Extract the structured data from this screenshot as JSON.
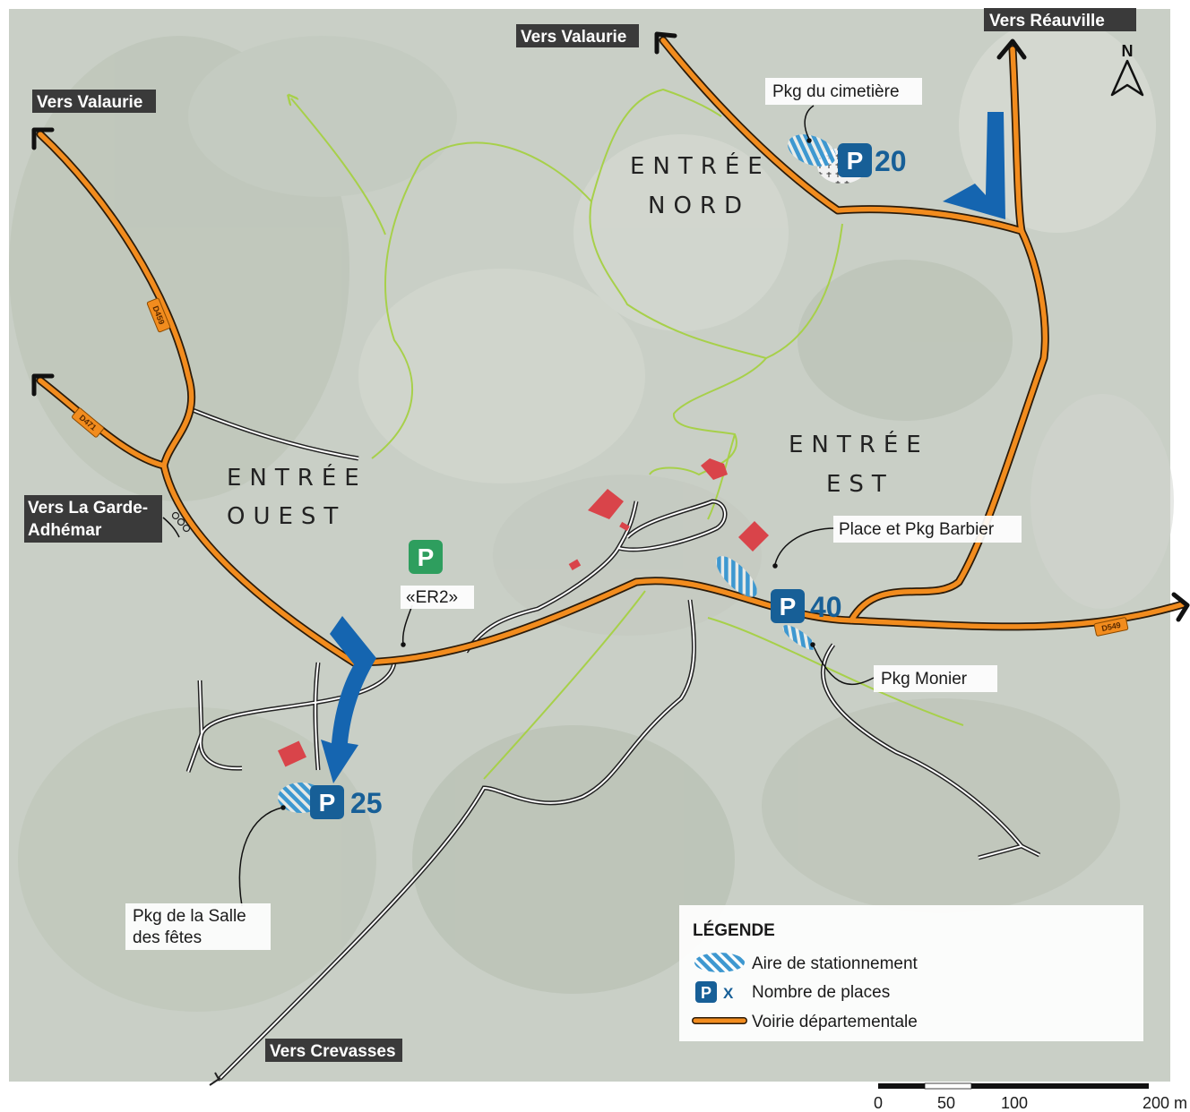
{
  "direction_labels": {
    "vers_valaurie_west": "Vers Valaurie",
    "vers_valaurie_north": "Vers Valaurie",
    "vers_reauville": "Vers Réauville",
    "vers_la_garde_line1": "Vers La Garde-",
    "vers_la_garde_line2": "Adhémar",
    "vers_crevasses": "Vers Crevasses"
  },
  "north_arrow": {
    "letter": "N",
    "icon": "north-arrow-icon"
  },
  "zones": {
    "nord_line1": "ENTRÉE",
    "nord_line2": "NORD",
    "ouest_line1": "ENTRÉE",
    "ouest_line2": "OUEST",
    "est_line1": "ENTRÉE",
    "est_line2": "EST"
  },
  "parkings": {
    "p_letter": "P",
    "cimetiere": {
      "label": "Pkg du cimetière",
      "count": "20"
    },
    "barbier": {
      "label": "Place et Pkg Barbier",
      "count": "40"
    },
    "monier": {
      "label": "Pkg Monier"
    },
    "salle_des_fetes": {
      "label_line1": "Pkg de la Salle",
      "label_line2": "des fêtes",
      "count": "25"
    },
    "er2": {
      "label": "«ER2»"
    }
  },
  "road_codes": {
    "d459": "D459",
    "d471": "D471",
    "d549": "D549"
  },
  "legend": {
    "title": "LÉGENDE",
    "items": [
      {
        "icon": "hatched-area-icon",
        "label": "Aire de stationnement"
      },
      {
        "icon": "parking-count-icon",
        "symbol": "P",
        "suffix": "X",
        "label": "Nombre de places"
      },
      {
        "icon": "orange-road-icon",
        "label": "Voirie départementale"
      }
    ]
  },
  "scale_bar": {
    "ticks": [
      "0",
      "50",
      "100",
      "200 m"
    ]
  },
  "colors": {
    "road": "#f28c1e",
    "parking_blue": "#175f97",
    "hatch_blue": "#4aa3d6",
    "er2_green": "#2e9e5e",
    "trail_green": "#a7d04a",
    "building_red": "#d9444a",
    "arrow_blue": "#1565b0"
  }
}
